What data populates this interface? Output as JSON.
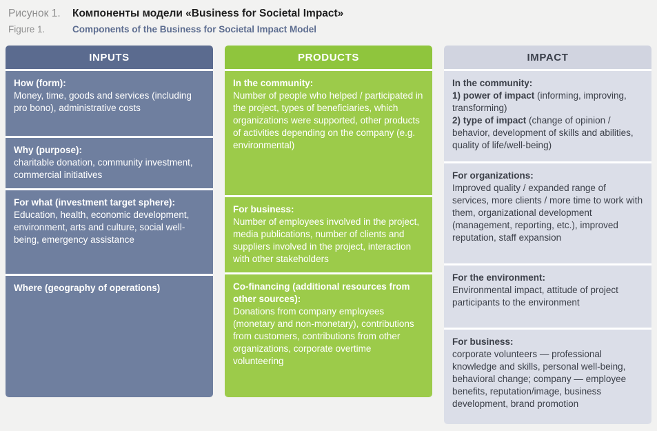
{
  "caption": {
    "ru_label": "Рисунок 1.",
    "ru_title": "Компоненты модели «Business for Societal Impact»",
    "en_label": "Figure 1.",
    "en_title": "Components of the Business for Societal Impact Model"
  },
  "columns": {
    "inputs": {
      "header": "INPUTS",
      "sections": [
        {
          "heading": "How (form):",
          "body": "Money, time, goods and services (including pro bono), administrative costs"
        },
        {
          "heading": "Why (purpose):",
          "body": "charitable donation, community investment, commercial initiatives"
        },
        {
          "heading": "For what (investment target sphere):",
          "body": "Education, health, economic development, environment, arts and culture, social well-being, emergency assistance"
        },
        {
          "heading": "Where (geography of operations)",
          "body": ""
        }
      ]
    },
    "products": {
      "header": "PRODUCTS",
      "sections": [
        {
          "heading": "In the community:",
          "body": "Number of people who helped / participated in the project, types of beneficiaries, which organizations were supported, other products of activities depending on the company (e.g. environmental)"
        },
        {
          "heading": "For business:",
          "body": "Number of employees involved in the project, media publications, number of clients and suppliers involved in the project, interaction with other stakeholders"
        },
        {
          "heading": "Co-financing (additional resources from other sources):",
          "body": "Donations from company employees (monetary and non-monetary), contributions from customers, contributions from other organizations, corporate overtime volunteering"
        }
      ]
    },
    "impact": {
      "header": "IMPACT",
      "sections": [
        {
          "heading": "In the community:",
          "items": [
            {
              "bold": "1) power of impact",
              "rest": " (informing, improving, transforming)"
            },
            {
              "bold": "2) type of impact",
              "rest": " (change of opinion / behavior, development of skills and abilities, quality of life/well-being)"
            }
          ]
        },
        {
          "heading": "For organizations:",
          "body": "Improved quality / expanded range of services, more clients / more time to work with them, organizational development (management, reporting, etc.), improved reputation, staff expansion"
        },
        {
          "heading": "For the environment:",
          "body": "Environmental impact, attitude of project participants to the environment"
        },
        {
          "heading": "For business:",
          "body": "corporate volunteers — professional knowledge and skills, personal well-being, behavioral change; company — employee benefits, reputation/image, business development, brand promotion"
        }
      ]
    }
  },
  "colors": {
    "page_background": "#f2f2f1",
    "inputs_header": "#5b6b8f",
    "inputs_body": "#6f7f9f",
    "products_header": "#8fc53d",
    "products_body": "#9ccb4a",
    "impact_header": "#d1d4e0",
    "impact_body": "#dbdee8",
    "impact_text": "#3c4049",
    "en_title_accent": "#5d6d90"
  }
}
